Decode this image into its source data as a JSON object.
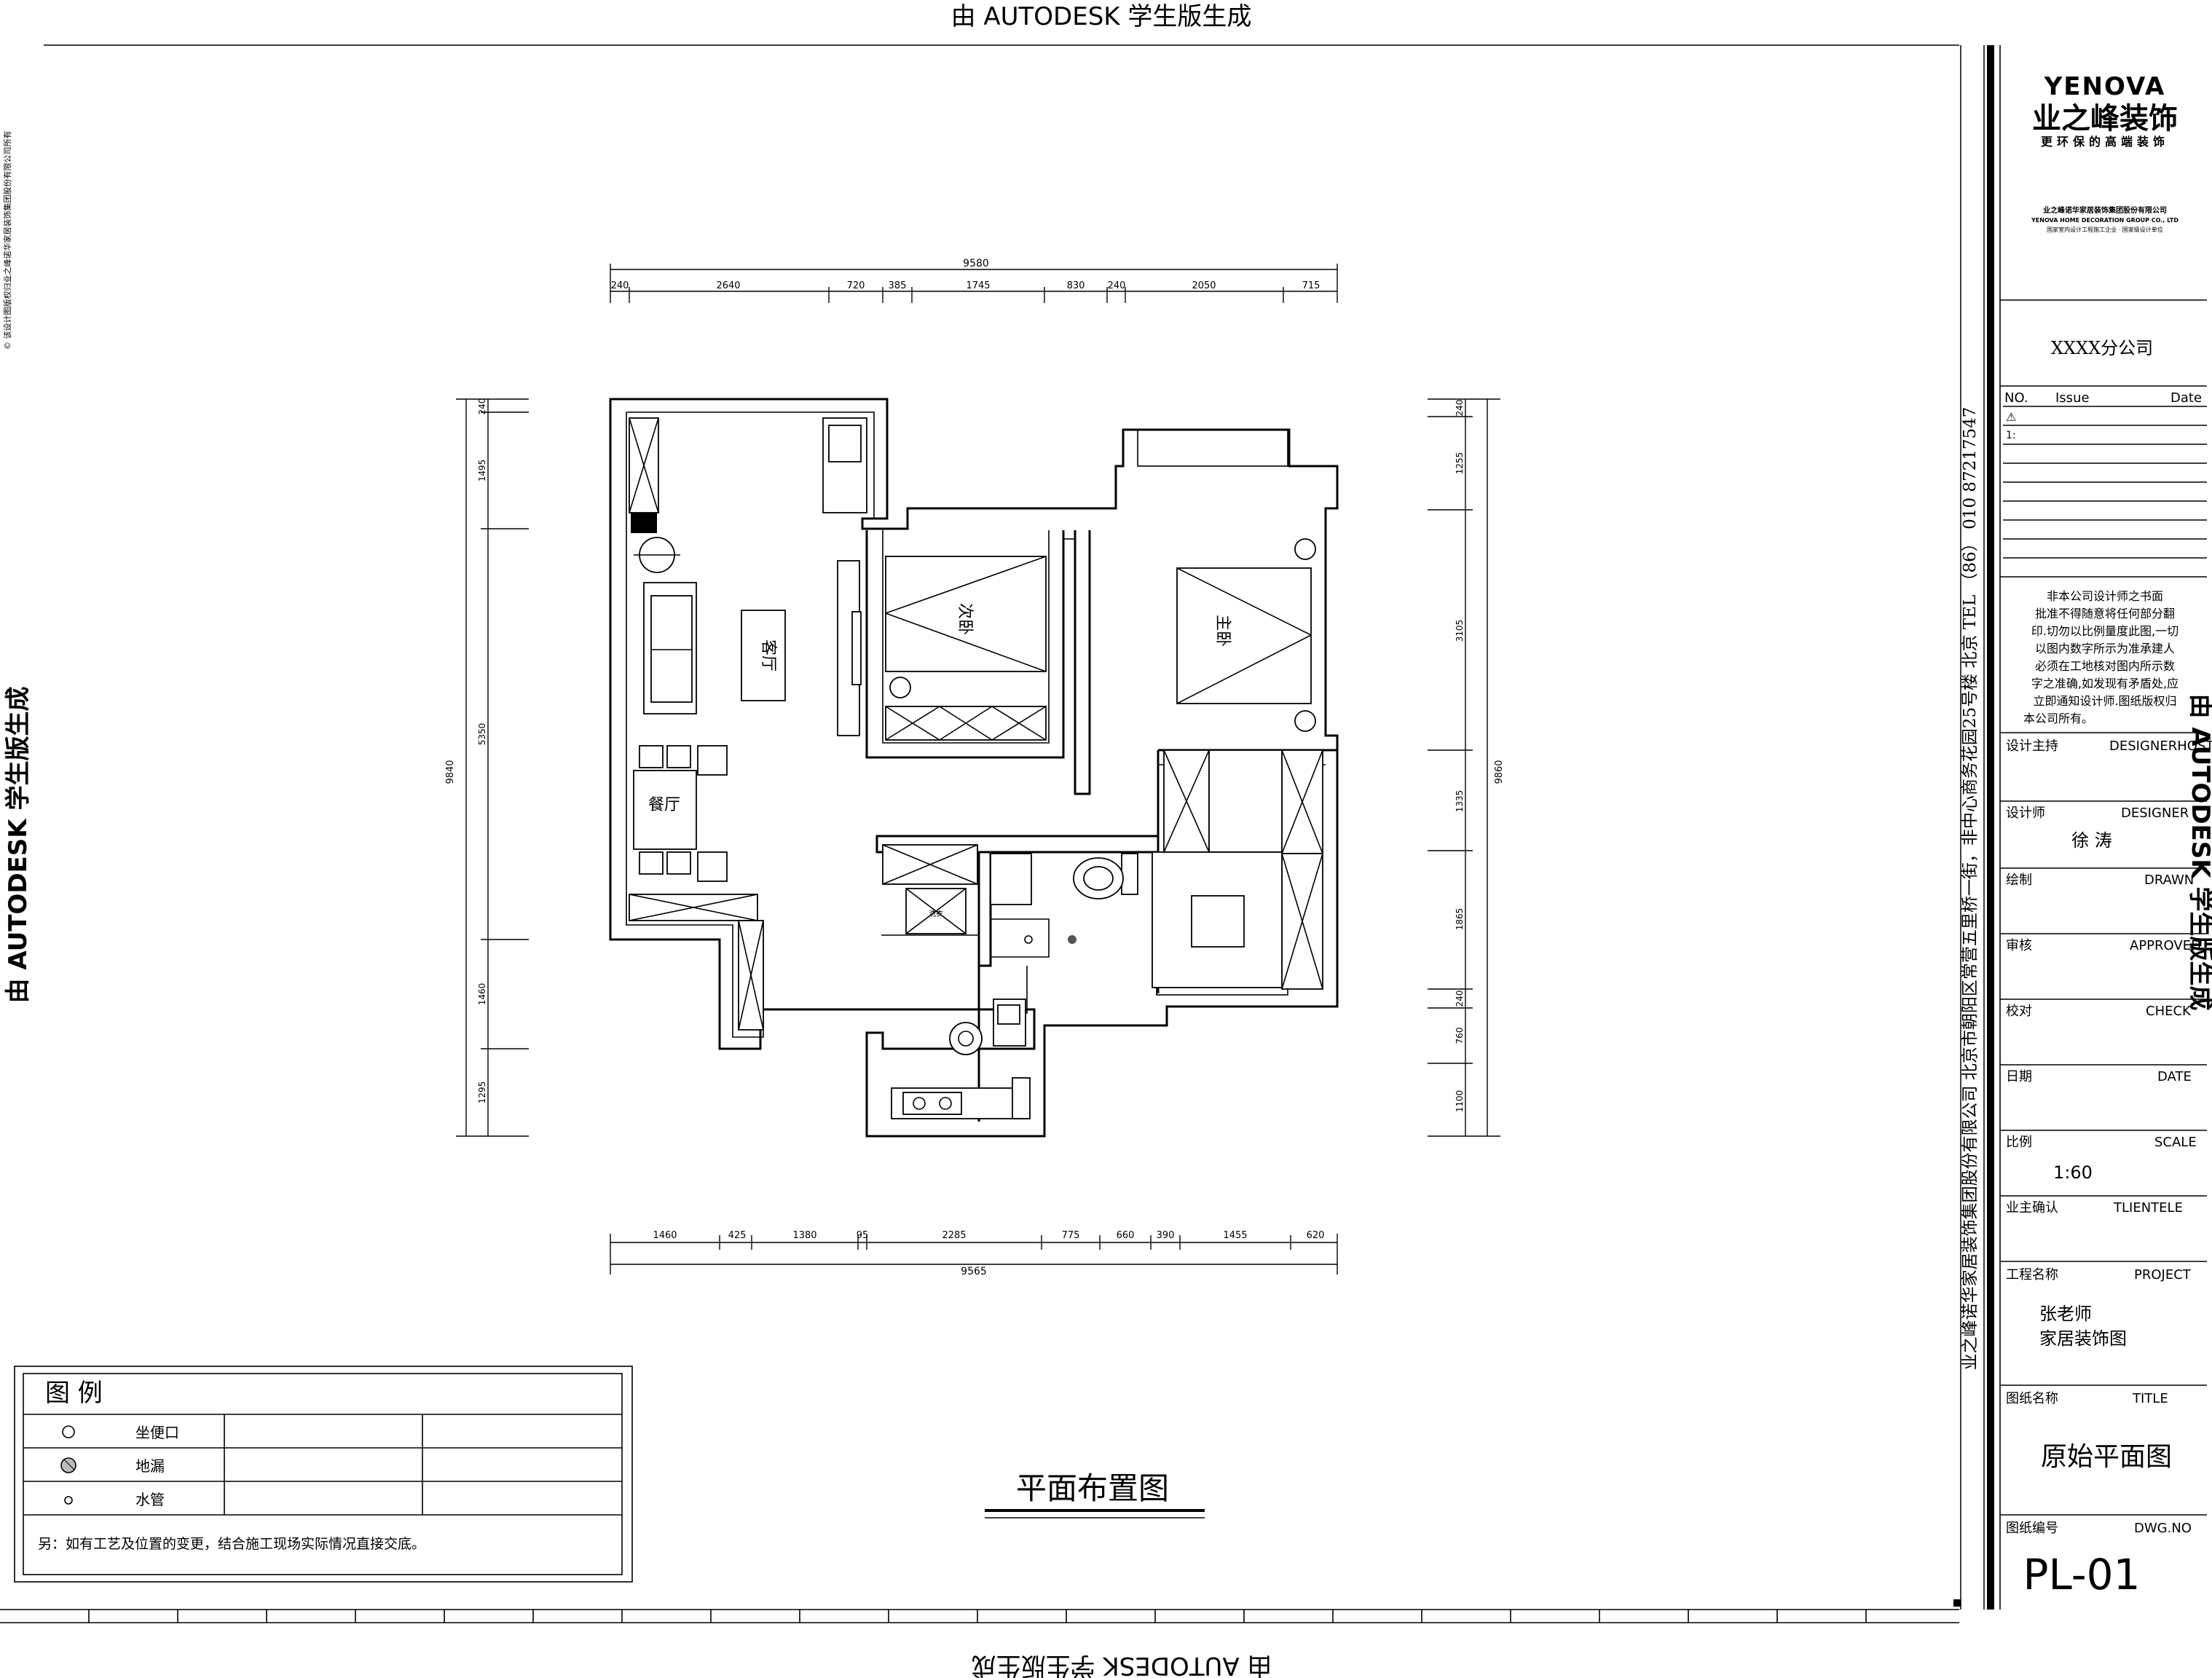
{
  "watermark": {
    "top": "由 AUTODESK 学生版生成",
    "bottom": "由 AUTODESK 学生版生成",
    "left": "由 AUTODESK 学生版生成",
    "right": "由 AUTODESK 学生版生成"
  },
  "plan": {
    "title": "平面布置图",
    "rooms": {
      "living": "客厅",
      "dining": "餐厅",
      "second_bedroom": "次卧",
      "master_bedroom": "主卧",
      "washer": "洗衣"
    },
    "dims_top_total": "9580",
    "dims_top": [
      "240",
      "2640",
      "720",
      "385",
      "1745",
      "830",
      "240",
      "2050",
      "715"
    ],
    "dims_bottom_total": "9565",
    "dims_bottom": [
      "1460",
      "425",
      "1380",
      "95",
      "2285",
      "775",
      "660",
      "390",
      "1455",
      "620"
    ],
    "dims_left_total": "9840",
    "dims_left": [
      "240",
      "1495",
      "5350",
      "1460",
      "1295"
    ],
    "dims_right_total": "9860",
    "dims_right": [
      "240",
      "1255",
      "3105",
      "1335",
      "1865",
      "240",
      "760",
      "1100"
    ]
  },
  "legend": {
    "title": "图   例",
    "items": [
      {
        "label": "坐便口"
      },
      {
        "label": "地漏"
      },
      {
        "label": "水管"
      }
    ],
    "note": "另：如有工艺及位置的变更，结合施工现场实际情况直接交底。"
  },
  "company_strip": {
    "text": "业之峰诺华家居装饰集团股份有限公司  北京市朝阳区常营五里桥一街，非中心商务花园25号楼   北京   TEL （86） 010 87217547",
    "tiny_left": "© 该设计图版权归业之峰诺华家居装饰集团股份有限公司所有"
  },
  "title_block": {
    "logo_en": "YENOVA",
    "logo_cn": "业之峰装饰",
    "slogan": "更环保的高端装饰",
    "company_cn": "业之峰诺华家居装饰集团股份有限公司",
    "company_en": "YENOVA HOME DECORATION GROUP CO., LTD",
    "company_note": "国家室内设计工程施工企业 · 国家级设计单位",
    "branch": "XXXX分公司",
    "rev_no": "NO.",
    "rev_issue": "Issue",
    "rev_date": "Date",
    "rev_mark": "⚠",
    "rev_line": "1:",
    "notice": [
      "非本公司设计师之书面",
      "批准不得随意将任何部分翻",
      "印.切勿以比例量度此图,一切",
      "以图内数字所示为准承建人",
      "必须在工地核对图内所示数",
      "字之准确,如发现有矛盾处,应",
      "立即通知设计师.图纸版权归",
      "本公司所有。"
    ],
    "fields": [
      {
        "cn": "设计主持",
        "en": "DESIGNERHOST",
        "value": ""
      },
      {
        "cn": "设计师",
        "en": "DESIGNER",
        "value": "徐 涛"
      },
      {
        "cn": "绘制",
        "en": "DRAWN",
        "value": ""
      },
      {
        "cn": "审核",
        "en": "APPROVED",
        "value": ""
      },
      {
        "cn": "校对",
        "en": "CHECK",
        "value": ""
      },
      {
        "cn": "日期",
        "en": "DATE",
        "value": ""
      },
      {
        "cn": "比例",
        "en": "SCALE",
        "value": "1:60"
      },
      {
        "cn": "业主确认",
        "en": "TLIENTELE",
        "value": ""
      }
    ],
    "project_cn": "工程名称",
    "project_en": "PROJECT",
    "project_value_1": "张老师",
    "project_value_2": "家居装饰图",
    "title_cn": "图纸名称",
    "title_en": "TITLE",
    "title_value": "原始平面图",
    "dwg_cn": "图纸编号",
    "dwg_en": "DWG.NO",
    "dwg_value": "PL-01"
  },
  "colors": {
    "ink": "#000000",
    "paper": "#ffffff",
    "grey": "#555555"
  }
}
